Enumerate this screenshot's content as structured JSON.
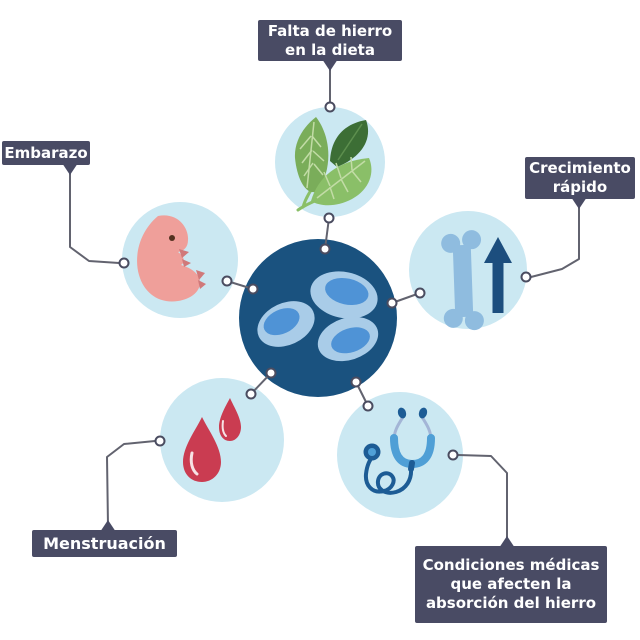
{
  "infographic": {
    "causes": [
      {
        "label": "Falta de hierro en la dieta",
        "lines": [
          "Falta de hierro",
          "en la dieta"
        ],
        "icon": "spinach-icon"
      },
      {
        "label": "Embarazo",
        "lines": [
          "Embarazo"
        ],
        "icon": "fetus-icon"
      },
      {
        "label": "Crecimiento rápido",
        "lines": [
          "Crecimiento",
          "rápido"
        ],
        "icon": "bone-growth-arrow-icon"
      },
      {
        "label": "Menstruación",
        "lines": [
          "Menstruación"
        ],
        "icon": "blood-drops-icon"
      },
      {
        "label": "Condiciones médicas que afecten la absorción del hierro",
        "lines": [
          "Condiciones médicas",
          "que afecten la",
          "absorción del hierro"
        ],
        "icon": "stethoscope-icon"
      }
    ],
    "center_icon": "red-blood-cells-icon",
    "palette": {
      "label_box": "#494b64",
      "connector_line": "#62636f",
      "node_fill": "#ffffff",
      "node_stroke": "#4a4c60",
      "center_circle": "#1a527f",
      "satellite_circle": "#cbe8f2",
      "cell_outer": "#a9cce8",
      "cell_inner": "#4f93d6",
      "leaf_green": "#7aad5a",
      "leaf_dark_green": "#3c6e35",
      "fetus_pink": "#ef9f9a",
      "bone_blue": "#8fbcdf",
      "arrow_navy": "#1c4e7e",
      "blood_red": "#ca3c51",
      "stethoscope_blue": "#4f9fd6",
      "stethoscope_navy": "#1d5c95"
    }
  }
}
